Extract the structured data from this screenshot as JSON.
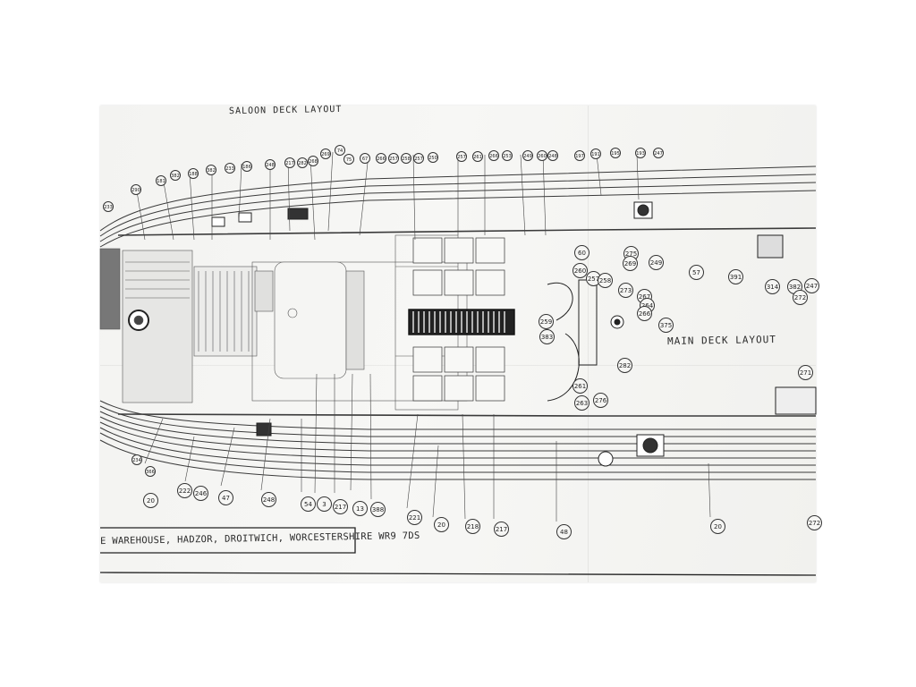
{
  "titles": {
    "saloon_deck": "SALOON DECK LAYOUT",
    "main_deck": "MAIN DECK LAYOUT"
  },
  "footer": {
    "address": "E WAREHOUSE, HADZOR, DROITWICH, WORCESTERSHIRE WR9 7DS"
  },
  "part_callouts": {
    "top_row": [
      "290",
      "181",
      "382",
      "188",
      "382",
      "233",
      "186",
      "248",
      "217",
      "282",
      "268",
      "269",
      "74",
      "75",
      "67",
      "266",
      "257",
      "258",
      "257",
      "250",
      "257",
      "261",
      "266",
      "253",
      "249",
      "260",
      "248",
      "197",
      "191",
      "195",
      "193",
      "247"
    ],
    "right_side": [
      "275",
      "269",
      "249",
      "57",
      "391",
      "314",
      "382",
      "247",
      "272",
      "273",
      "267",
      "264",
      "266",
      "375",
      "282",
      "271",
      "272"
    ],
    "center": [
      "60",
      "260",
      "257",
      "258",
      "259",
      "383",
      "261",
      "263",
      "276"
    ],
    "bottom_row": [
      "20",
      "222",
      "246",
      "47",
      "248",
      "54",
      "3",
      "217",
      "13",
      "388",
      "221",
      "20",
      "218",
      "217",
      "48",
      "20"
    ],
    "left_side": [
      "233",
      "366",
      "234"
    ]
  }
}
